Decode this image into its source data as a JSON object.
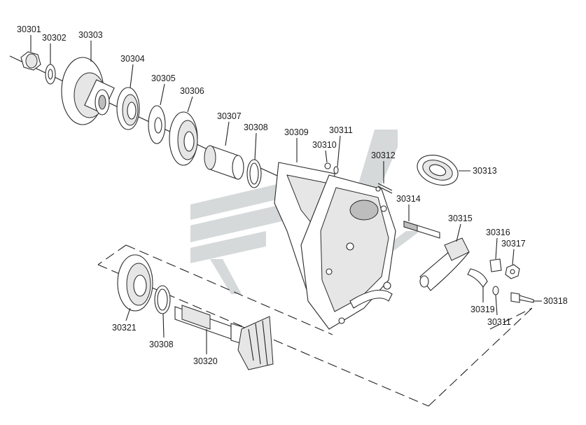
{
  "diagram": {
    "labels": [
      {
        "id": "30301",
        "text": "30301"
      },
      {
        "id": "30302",
        "text": "30302"
      },
      {
        "id": "30303",
        "text": "30303"
      },
      {
        "id": "30304",
        "text": "30304"
      },
      {
        "id": "30305",
        "text": "30305"
      },
      {
        "id": "30306",
        "text": "30306"
      },
      {
        "id": "30307",
        "text": "30307"
      },
      {
        "id": "30308a",
        "text": "30308"
      },
      {
        "id": "30309",
        "text": "30309"
      },
      {
        "id": "30310",
        "text": "30310"
      },
      {
        "id": "30311a",
        "text": "30311"
      },
      {
        "id": "30312",
        "text": "30312"
      },
      {
        "id": "30313",
        "text": "30313"
      },
      {
        "id": "30314",
        "text": "30314"
      },
      {
        "id": "30315",
        "text": "30315"
      },
      {
        "id": "30316",
        "text": "30316"
      },
      {
        "id": "30317",
        "text": "30317"
      },
      {
        "id": "30318",
        "text": "30318"
      },
      {
        "id": "30319",
        "text": "30319"
      },
      {
        "id": "30311b",
        "text": "30311"
      },
      {
        "id": "30321",
        "text": "30321"
      },
      {
        "id": "30308b",
        "text": "30308"
      },
      {
        "id": "30320",
        "text": "30320"
      }
    ],
    "colors": {
      "line": "#222222",
      "watermark": "#d5d9da",
      "background": "#ffffff"
    }
  }
}
